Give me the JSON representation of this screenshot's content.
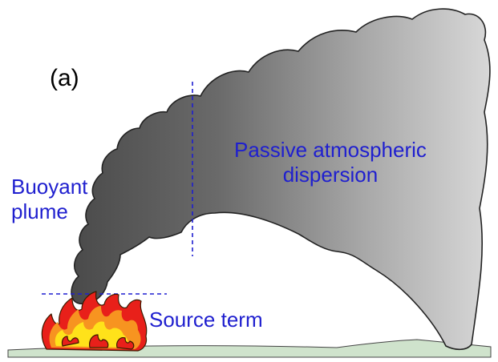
{
  "diagram": {
    "panel_label": "(a)",
    "labels": {
      "buoyant_plume": [
        "Buoyant",
        "plume"
      ],
      "passive_dispersion": [
        "Passive atmospheric",
        "dispersion"
      ],
      "source_term": "Source term"
    }
  },
  "colors": {
    "label_text": "#1f1fcf",
    "divider_line": "#1f1fd0",
    "plume_dark": "#4a4a4a",
    "plume_light": "#d2d2d2",
    "ground": "#cfe3cc",
    "flame_red": "#e8201a",
    "flame_orange": "#f79420",
    "flame_yellow": "#ffe21a"
  }
}
